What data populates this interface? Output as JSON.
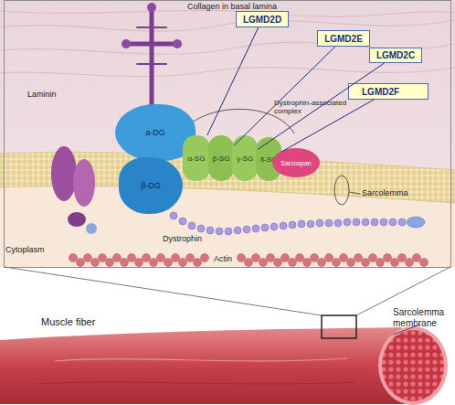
{
  "diagram": {
    "nodes": [
      {
        "text": [
          "LGMD2D"
        ]
      },
      {
        "text": [
          "LGMD2E"
        ]
      },
      {
        "text": [
          "LGMD2C"
        ]
      },
      {
        "text": [
          "LGMD2F"
        ]
      },
      {
        "text": [
          "a-DG"
        ]
      },
      {
        "text": [
          "β-DG"
        ]
      },
      {
        "text": [
          "α-SG"
        ]
      },
      {
        "text": [
          "β-SG"
        ]
      },
      {
        "text": [
          "γ-SG"
        ]
      },
      {
        "text": [
          "δ-SG"
        ]
      },
      {
        "text": [
          "Sarcospan"
        ]
      }
    ],
    "edges": [
      {
        "from": 0,
        "to": 6,
        "arrow": "none"
      },
      {
        "from": 1,
        "to": 7,
        "arrow": "none"
      },
      {
        "from": 2,
        "to": 8,
        "arrow": "none"
      },
      {
        "from": 3,
        "to": 9,
        "arrow": "none"
      }
    ],
    "labels": [
      "Collagen in basal lamina",
      "Laminin",
      "Dystrophin-associated complex",
      "Sarcolemma",
      "Dystrophin",
      "Actin",
      "Cytoplasm",
      "Muscle fiber",
      "Sarcolemma membrane"
    ]
  }
}
